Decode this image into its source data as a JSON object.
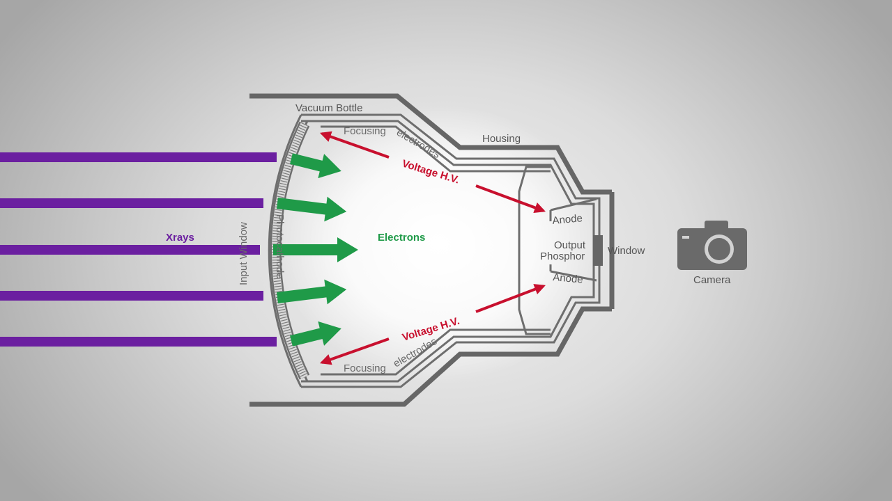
{
  "labels": {
    "vacuum_bottle": "Vacuum Bottle",
    "housing": "Housing",
    "focusing_top_1": "Focusing",
    "focusing_top_2": "electrodes",
    "focusing_bottom_1": "Focusing",
    "focusing_bottom_2": "electrodes",
    "voltage_top": "Voltage H.V.",
    "voltage_bottom": "Voltage H.V.",
    "input_window": "Input Window",
    "photocathode": "Photocathode",
    "xrays": "Xrays",
    "electrons": "Electrons",
    "anode_top": "Anode",
    "anode_bottom": "Anode",
    "output_phosphor_1": "Output",
    "output_phosphor_2": "Phosphor",
    "window": "Window",
    "camera": "Camera"
  },
  "colors": {
    "xray_beam": "#6b1fa0",
    "electron_arrow": "#1f9a48",
    "voltage_arrow": "#c8102e",
    "structure": "#6a6a6a",
    "camera_icon": "#6a6a6a"
  },
  "icons": {
    "camera": "camera-icon"
  }
}
